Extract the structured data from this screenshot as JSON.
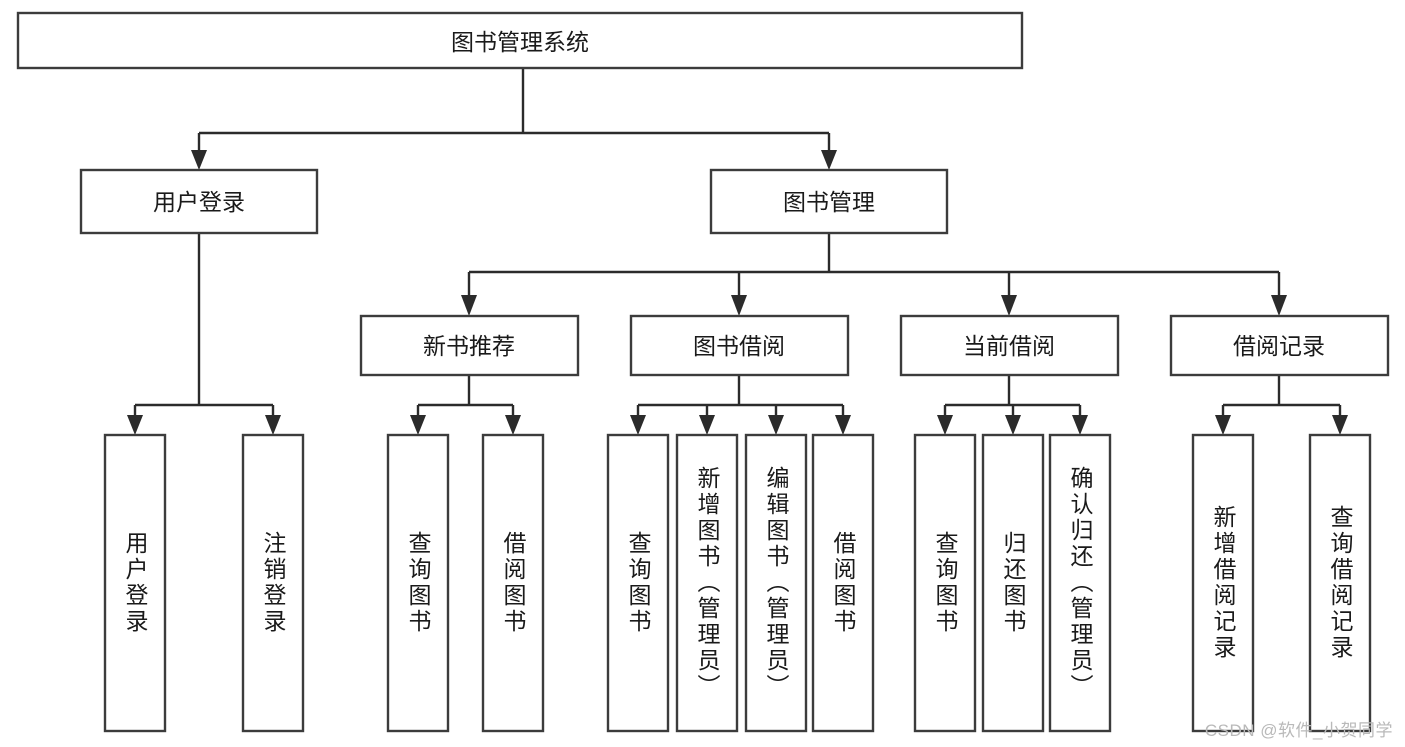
{
  "diagram": {
    "type": "hierarchy-tree",
    "title": "图书管理系统",
    "watermark": "CSDN @软件_小贺同学",
    "colors": {
      "box_stroke": "#3c3c3c",
      "box_fill": "#ffffff",
      "connector": "#2b2b2b",
      "text": "#1a1a1a",
      "watermark": "#b9b9b9",
      "background": "#ffffff"
    },
    "levels": {
      "root": {
        "label": "图书管理系统",
        "orientation": "horizontal"
      },
      "level2": [
        {
          "label": "用户登录",
          "orientation": "horizontal"
        },
        {
          "label": "图书管理",
          "orientation": "horizontal"
        }
      ],
      "level3": [
        {
          "label": "新书推荐",
          "orientation": "horizontal",
          "parent": "图书管理"
        },
        {
          "label": "图书借阅",
          "orientation": "horizontal",
          "parent": "图书管理"
        },
        {
          "label": "当前借阅",
          "orientation": "horizontal",
          "parent": "图书管理"
        },
        {
          "label": "借阅记录",
          "orientation": "horizontal",
          "parent": "图书管理"
        }
      ],
      "leaves": [
        {
          "label": "用户登录",
          "orientation": "vertical",
          "parent": "用户登录"
        },
        {
          "label": "注销登录",
          "orientation": "vertical",
          "parent": "用户登录"
        },
        {
          "label": "查询图书",
          "orientation": "vertical",
          "parent": "新书推荐"
        },
        {
          "label": "借阅图书",
          "orientation": "vertical",
          "parent": "新书推荐"
        },
        {
          "label": "查询图书",
          "orientation": "vertical",
          "parent": "图书借阅"
        },
        {
          "label": "新增图书（管理员）",
          "orientation": "vertical",
          "parent": "图书借阅"
        },
        {
          "label": "编辑图书（管理员）",
          "orientation": "vertical",
          "parent": "图书借阅"
        },
        {
          "label": "借阅图书",
          "orientation": "vertical",
          "parent": "图书借阅"
        },
        {
          "label": "查询图书",
          "orientation": "vertical",
          "parent": "当前借阅"
        },
        {
          "label": "归还图书",
          "orientation": "vertical",
          "parent": "当前借阅"
        },
        {
          "label": "确认归还（管理员）",
          "orientation": "vertical",
          "parent": "当前借阅"
        },
        {
          "label": "新增借阅记录",
          "orientation": "vertical",
          "parent": "借阅记录"
        },
        {
          "label": "查询借阅记录",
          "orientation": "vertical",
          "parent": "借阅记录"
        }
      ]
    }
  }
}
